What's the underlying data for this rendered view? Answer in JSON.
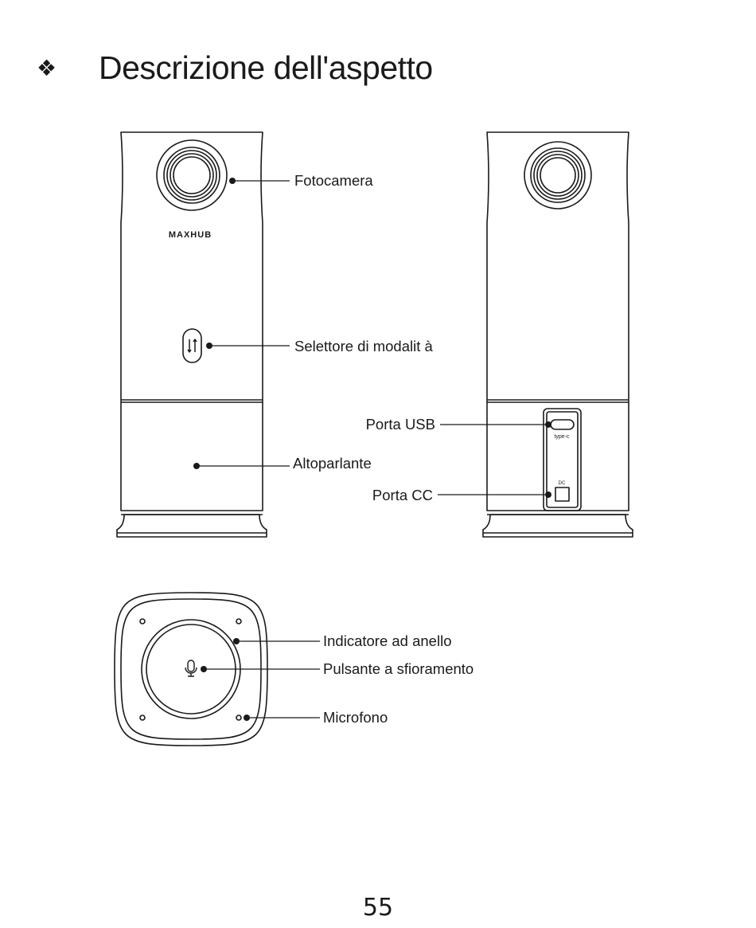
{
  "heading": {
    "bullet_icon": "four-diamond-bullet-icon",
    "bullet_glyph": "❖",
    "title": "Descrizione dell'aspetto"
  },
  "device": {
    "brand": "MAXHUB",
    "usb_port_text": "type-c",
    "dc_port_text": "DC"
  },
  "callouts": {
    "camera": "Fotocamera",
    "mode_selector": "Selettore di modalit à",
    "speaker": "Altoparlante",
    "usb_port": "Porta USB",
    "dc_port": "Porta CC",
    "ring_indicator": "Indicatore ad anello",
    "touch_button": "Pulsante a sfioramento",
    "microphone": "Microfono"
  },
  "page_number": "55"
}
